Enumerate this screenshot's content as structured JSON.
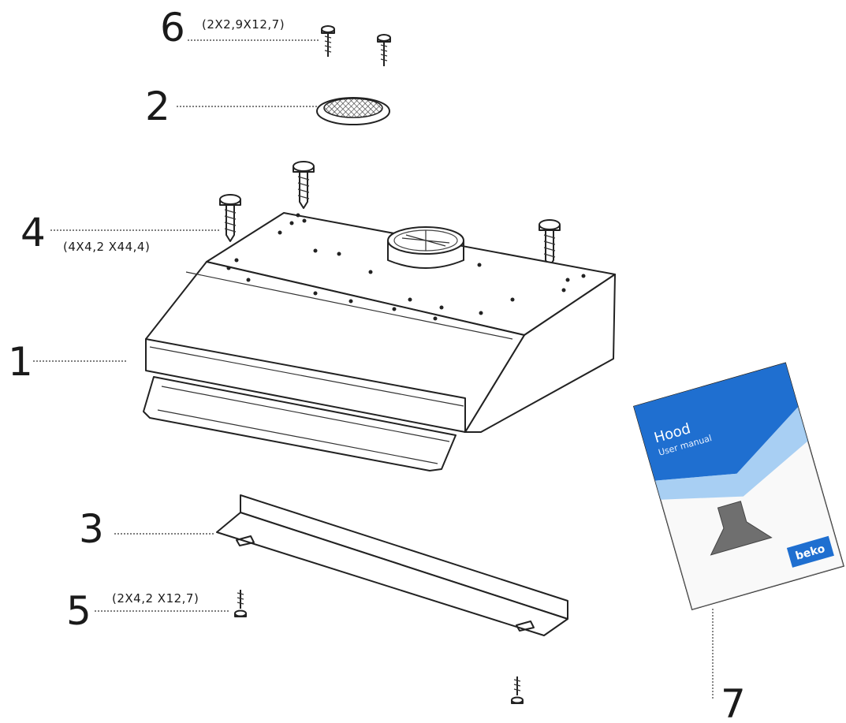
{
  "callouts": {
    "c1": {
      "number": "1"
    },
    "c2": {
      "number": "2"
    },
    "c3": {
      "number": "3"
    },
    "c4": {
      "number": "4",
      "spec": "(4X4,2 X44,4)"
    },
    "c5": {
      "number": "5",
      "spec": "(2X4,2 X12,7)"
    },
    "c6": {
      "number": "6",
      "spec": "(2X2,9X12,7)"
    },
    "c7": {
      "number": "7"
    }
  },
  "manual": {
    "title": "Hood",
    "subtitle": "User manual",
    "brand": "beko",
    "colors": {
      "cover_blue": "#1f6fd0",
      "cover_light": "#8cc0f0",
      "brand_box": "#1f6fd0"
    }
  }
}
